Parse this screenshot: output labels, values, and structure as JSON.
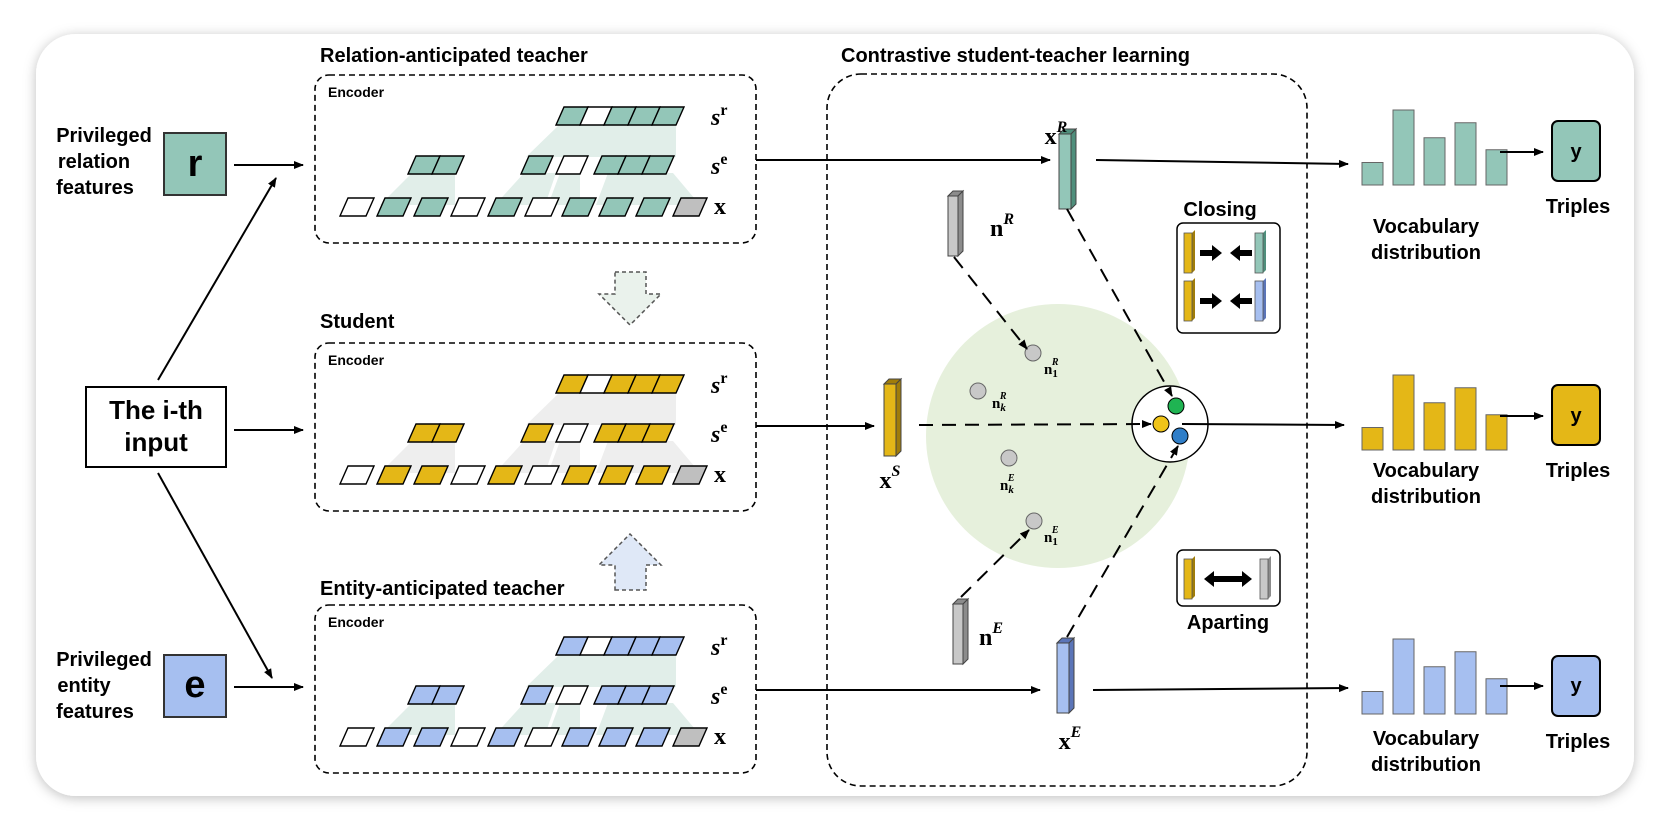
{
  "colors": {
    "teal": "#93c6b8",
    "teal_dark": "#4f8f7c",
    "gold": "#e4b717",
    "gold_dark": "#a07d0a",
    "blue": "#a6bff0",
    "blue_dark": "#5b75b8",
    "gray": "#bfbfbf",
    "green_circle": "#e6f0dc",
    "dot_green": "#1fb452",
    "dot_yellow": "#f0c419",
    "dot_blue": "#2f7ec8"
  },
  "left": {
    "input_label_line1": "The i-th",
    "input_label_line2": "input",
    "relation_caption": [
      "Privileged",
      "relation",
      "features"
    ],
    "relation_symbol": "r",
    "entity_caption": [
      "Privileged",
      "entity",
      "features"
    ],
    "entity_symbol": "e"
  },
  "encoders": {
    "relation_title": "Relation-anticipated teacher",
    "student_title": "Student",
    "entity_title": "Entity-anticipated teacher",
    "encoder_label": "Encoder",
    "sr_base": "s",
    "sr_sup": "r",
    "se_base": "s",
    "se_sup": "e",
    "x_label": "x"
  },
  "contrastive": {
    "title": "Contrastive student-teacher learning",
    "xR_base": "x",
    "xR_sup": "R",
    "xS_base": "x",
    "xS_sup": "S",
    "xE_base": "x",
    "xE_sup": "E",
    "nR_base": "n",
    "nR_sup": "R",
    "nE_base": "n",
    "nE_sup": "E",
    "n1R_base": "n",
    "n1R_sub": "1",
    "n1R_sup": "R",
    "nkR_base": "n",
    "nkR_sub": "k",
    "nkR_sup": "R",
    "nkE_base": "n",
    "nkE_sub": "k",
    "nkE_sup": "E",
    "n1E_base": "n",
    "n1E_sub": "1",
    "n1E_sup": "E",
    "closing_label": "Closing",
    "aparting_label": "Aparting"
  },
  "outputs": {
    "vocab_line1": "Vocabulary",
    "vocab_line2": "distribution",
    "triples_label": "Triples",
    "y_label": "y",
    "bar_heights": [
      0.3,
      1.0,
      0.63,
      0.83,
      0.47
    ]
  }
}
